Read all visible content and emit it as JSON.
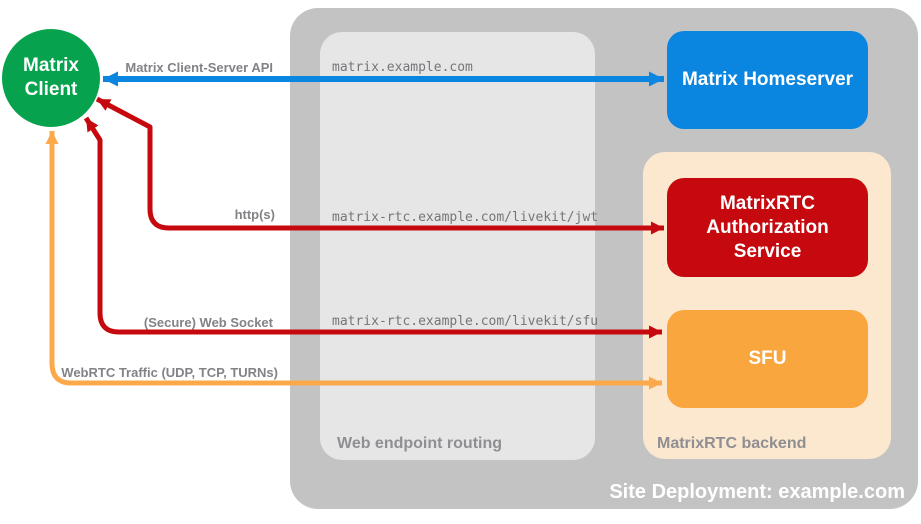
{
  "client_node": {
    "label": "Matrix Client"
  },
  "homeserver_node": {
    "label": "Matrix Homeserver"
  },
  "routing_box": {
    "label": "Web endpoint routing",
    "endpoints": {
      "homeserver": "matrix.example.com",
      "jwt": "matrix-rtc.example.com/livekit/jwt",
      "sfu": "matrix-rtc.example.com/livekit/sfu"
    }
  },
  "backend_box": {
    "label": "MatrixRTC backend",
    "auth_service": {
      "label": "MatrixRTC Authorization Service"
    },
    "sfu": {
      "label": "SFU"
    }
  },
  "arrows": {
    "client_server_api": {
      "label": "Matrix Client-Server API",
      "color": "#0b86e0",
      "style": "double-headed"
    },
    "https": {
      "label": "http(s)",
      "color": "#c5090e",
      "style": "double-headed"
    },
    "web_socket": {
      "label": "(Secure) Web Socket",
      "color": "#c5090e",
      "style": "double-headed"
    },
    "webrtc_traffic": {
      "label": "WebRTC Traffic (UDP, TCP, TURNs)",
      "color": "#fba94a",
      "style": "double-headed"
    }
  },
  "deployment": {
    "label": "Site Deployment: example.com"
  },
  "colors": {
    "client_green": "#07a24d",
    "homeserver_blue": "#0b86e0",
    "auth_red": "#c5090e",
    "sfu_orange": "#faa63e",
    "backend_peach": "#fce7cf",
    "outer_gray": "#c3c3c4",
    "routing_gray": "#e6e6e7",
    "label_gray": "#828287",
    "white_text": "#ffffff"
  }
}
